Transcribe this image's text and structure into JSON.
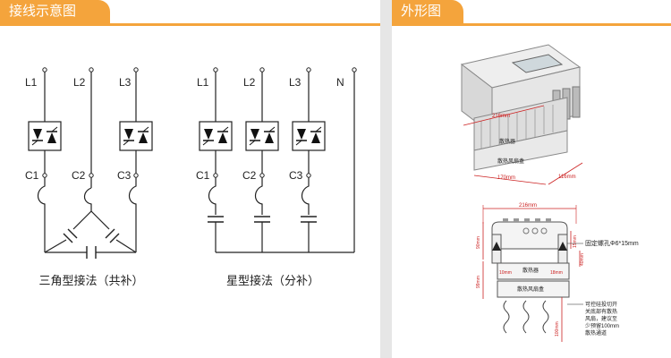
{
  "tabs": {
    "wiring_title": "接线示意图",
    "outline_title": "外形图"
  },
  "delta": {
    "labels": [
      "L1",
      "L2",
      "L3"
    ],
    "cap_labels": [
      "C1",
      "C2",
      "C3"
    ],
    "caption": "三角型接法（共补）"
  },
  "star": {
    "labels": [
      "L1",
      "L2",
      "L3",
      "N"
    ],
    "cap_labels": [
      "C1",
      "C2",
      "C3"
    ],
    "caption": "星型接法（分补）"
  },
  "outline": {
    "iso": {
      "dim_depth": "216mm",
      "label_heatsink": "散热器",
      "label_fanbox": "散热风扇盒",
      "dim_width": "170mm",
      "dim_height": "116mm"
    },
    "side": {
      "dim_top": "216mm",
      "dim_left_upper": "90mm",
      "dim_left_lower": "99mm",
      "dim_right_upper": "15mm",
      "dim_right_mid": "40mm",
      "label_hole": "固定螺孔Φ6*15mm",
      "label_heatsink": "散热器",
      "label_fanbox": "散热风扇盒",
      "dim_10": "10mm",
      "dim_18": "18mm",
      "dim_100": "100mm",
      "note_lines": [
        "可控硅投切开",
        "关底部有散热",
        "风扇，建议至",
        "少预留100mm",
        "散热通道"
      ]
    }
  },
  "colors": {
    "accent": "#f4a43c",
    "divider": "#e6e6e6",
    "line": "#222222",
    "dim": "#cc2222"
  }
}
